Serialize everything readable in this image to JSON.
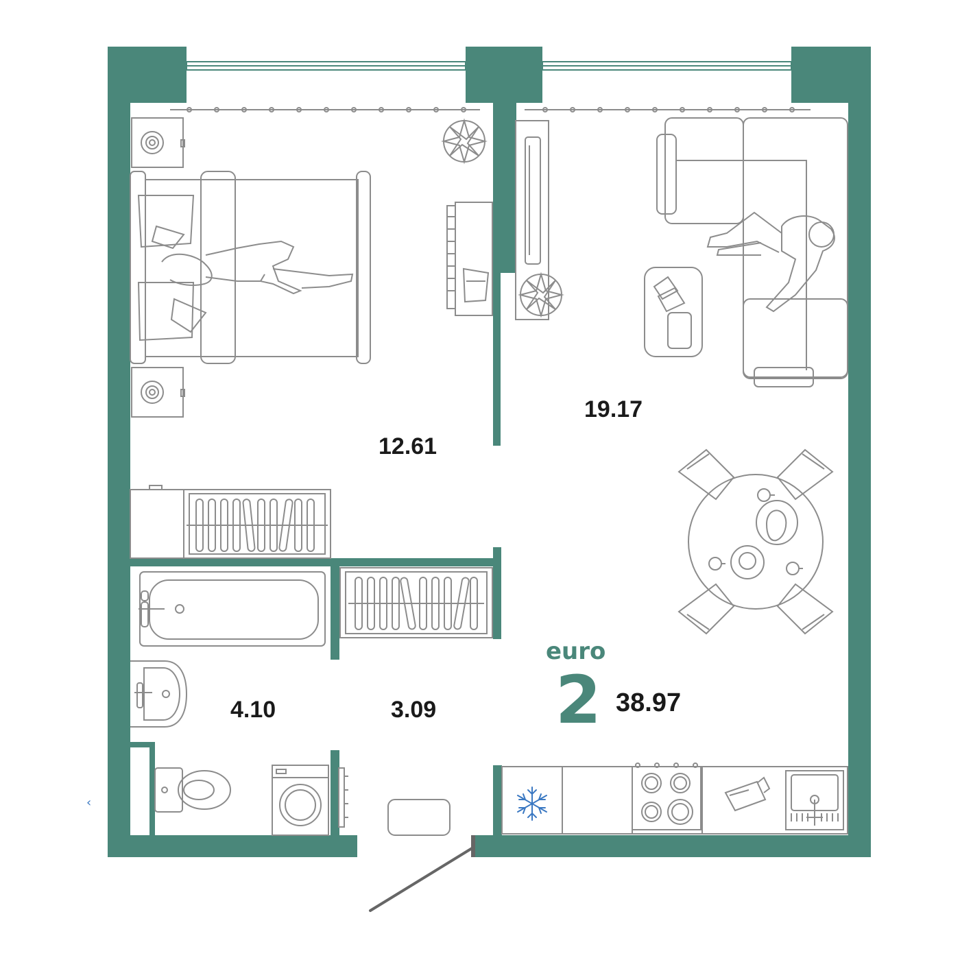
{
  "plan": {
    "rooms": [
      {
        "id": "bedroom",
        "area": "12.61"
      },
      {
        "id": "living-kitchen",
        "area": "19.17"
      },
      {
        "id": "bathroom",
        "area": "4.10"
      },
      {
        "id": "hallway",
        "area": "3.09"
      }
    ],
    "total_area": "38.97",
    "layout_type": "euro",
    "rooms_count": "2"
  },
  "nav": {
    "back_glyph": "‹"
  },
  "colors": {
    "wall": "#4a877a",
    "accent_text": "#4a877a",
    "furniture_line": "#8c8c8c",
    "area_text": "#1a1a1a",
    "background": "#ffffff",
    "freezer_icon": "#3a78c2",
    "door": "#666666"
  },
  "icons": [
    "snowflake-icon",
    "back-arrow-icon"
  ]
}
